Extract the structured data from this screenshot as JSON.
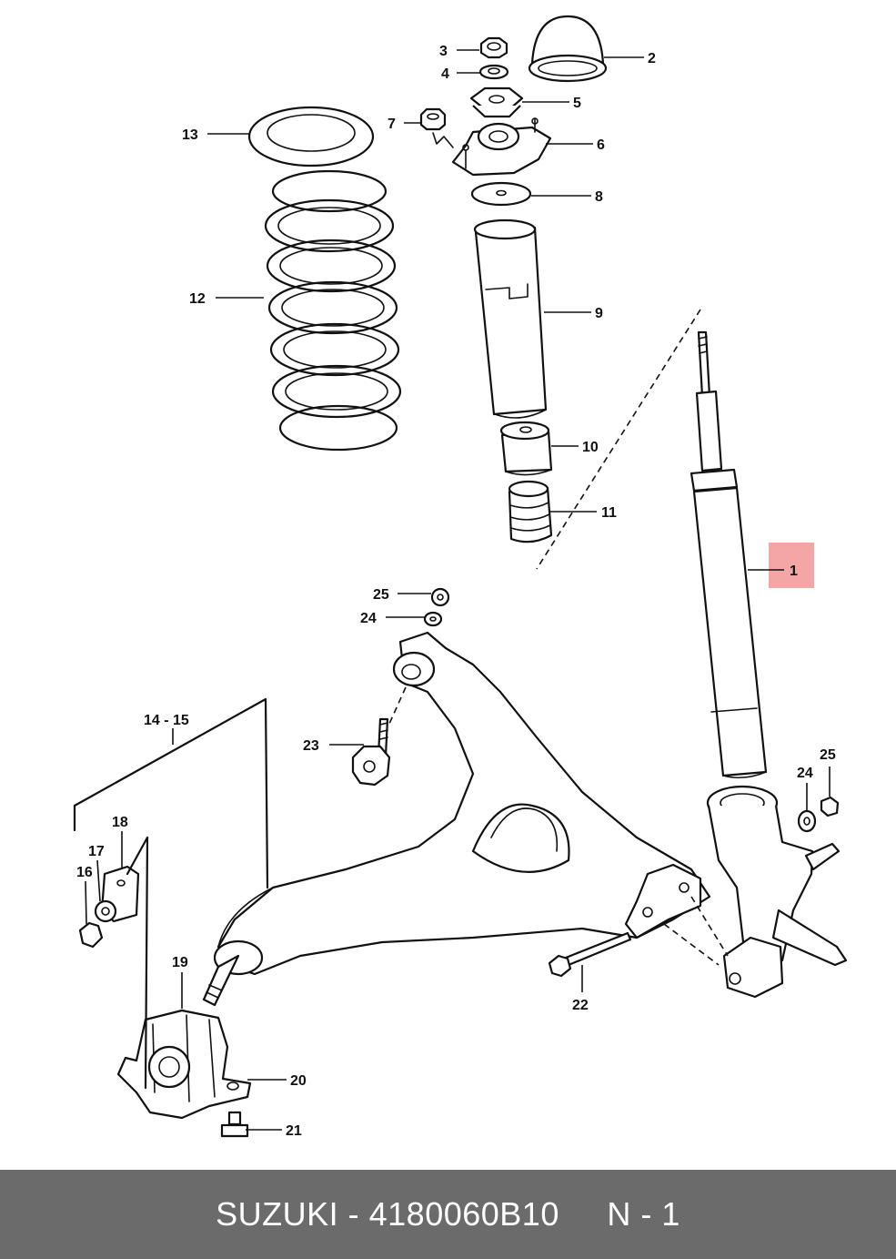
{
  "colors": {
    "highlight": "#f4a6a6",
    "footer_bg": "#6b6b6b",
    "footer_text": "#ffffff",
    "line": "#111111"
  },
  "callouts": {
    "c1": "1",
    "c2": "2",
    "c3": "3",
    "c4": "4",
    "c5": "5",
    "c6": "6",
    "c7": "7",
    "c8": "8",
    "c9": "9",
    "c10": "10",
    "c11": "11",
    "c12": "12",
    "c13": "13",
    "c14_15": "14 - 15",
    "c16": "16",
    "c17": "17",
    "c18": "18",
    "c19": "19",
    "c20": "20",
    "c21": "21",
    "c22": "22",
    "c23": "23",
    "c24a": "24",
    "c25a": "25",
    "c24b": "24",
    "c25b": "25"
  },
  "footer": {
    "brand_part": "SUZUKI - 4180060B10",
    "page": "N - 1"
  }
}
